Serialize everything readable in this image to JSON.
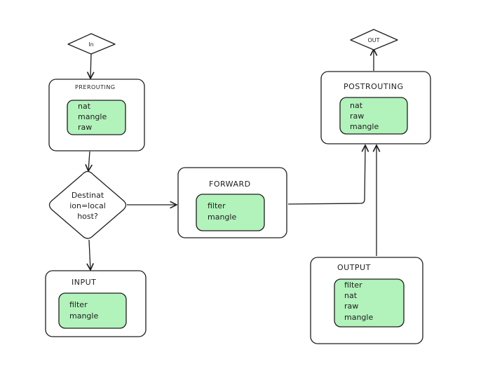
{
  "terminals": {
    "in": "In",
    "out": "OUT"
  },
  "decision": {
    "lines": [
      "Destinat",
      "ion=local",
      "host?"
    ]
  },
  "chains": {
    "prerouting": {
      "title": "PREROUTING",
      "tables": [
        "nat",
        "mangle",
        "raw"
      ]
    },
    "forward": {
      "title": "FORWARD",
      "tables": [
        "filter",
        "mangle"
      ]
    },
    "input": {
      "title": "INPUT",
      "tables": [
        "filter",
        "mangle"
      ]
    },
    "postrouting": {
      "title": "POSTROUTING",
      "tables": [
        "nat",
        "raw",
        "mangle"
      ]
    },
    "output": {
      "title": "OUTPUT",
      "tables": [
        "filter",
        "nat",
        "raw",
        "mangle"
      ]
    }
  },
  "colors": {
    "stroke": "#1e1e1e",
    "chain_fill": "#ffffff",
    "table_fill": "#b2f2bb"
  }
}
